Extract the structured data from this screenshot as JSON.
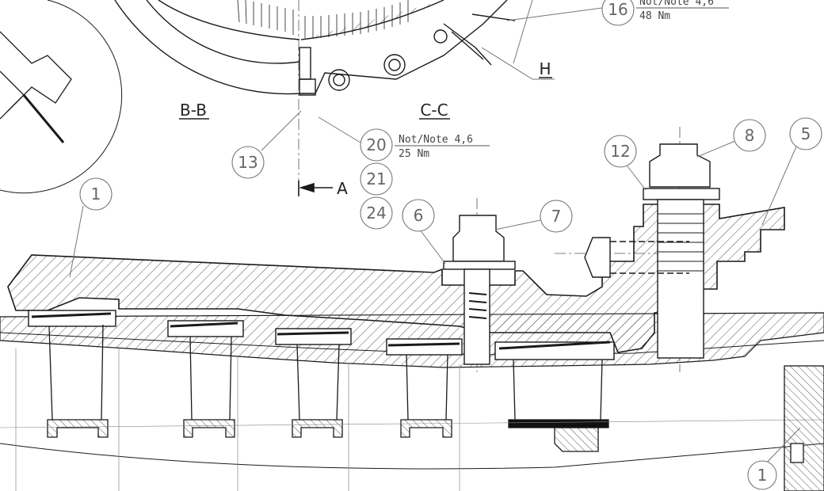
{
  "drawing": {
    "section_labels": [
      "B-B",
      "C-C",
      "H",
      "A"
    ],
    "callouts": [
      "1",
      "5",
      "6",
      "7",
      "8",
      "12",
      "13",
      "16",
      "20",
      "21",
      "24",
      "1"
    ],
    "notes": [
      {
        "text": "Not/Note 4,6",
        "torque": "48 Nm"
      },
      {
        "text": "Not/Note 4,6",
        "torque": "25 Nm"
      }
    ],
    "colors": {
      "line": "#1a1a1a",
      "hatch": "#444444",
      "callout": "#777777"
    }
  }
}
